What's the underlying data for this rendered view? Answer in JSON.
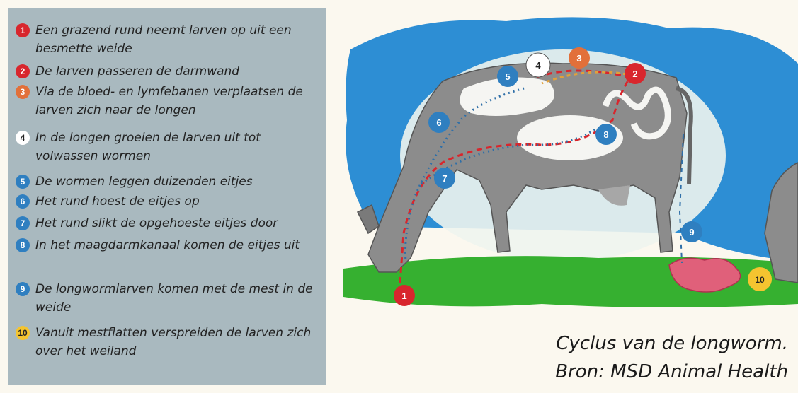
{
  "legend": {
    "steps": [
      {
        "num": "1",
        "text": "Een grazend rund neemt larven op uit een besmette weide",
        "color": "#d8262d",
        "numColor": "#ffffff"
      },
      {
        "num": "2",
        "text": "De larven passeren de darmwand",
        "color": "#d8262d",
        "numColor": "#ffffff"
      },
      {
        "num": "3",
        "text": "Via de bloed- en lymfebanen verplaatsen de larven zich naar de longen",
        "color": "#e2703a",
        "numColor": "#ffffff"
      },
      {
        "num": "4",
        "text": "In de longen groeien de larven uit tot volwassen wormen",
        "color": "#ffffff",
        "numColor": "#222222"
      },
      {
        "num": "5",
        "text": "De wormen leggen duizenden eitjes",
        "color": "#2f7fc0",
        "numColor": "#ffffff"
      },
      {
        "num": "6",
        "text": "Het rund hoest de eitjes op",
        "color": "#2f7fc0",
        "numColor": "#ffffff"
      },
      {
        "num": "7",
        "text": "Het rund slikt de opgehoeste eitjes door",
        "color": "#2f7fc0",
        "numColor": "#ffffff"
      },
      {
        "num": "8",
        "text": "In het maagdarmkanaal komen de eitjes uit",
        "color": "#2f7fc0",
        "numColor": "#ffffff"
      },
      {
        "num": "9",
        "text": "De longwormlarven komen met de mest in de weide",
        "color": "#2f7fc0",
        "numColor": "#ffffff"
      },
      {
        "num": "10",
        "text": "Vanuit mestflatten verspreiden de larven zich over het weiland",
        "color": "#f4c430",
        "numColor": "#222222"
      }
    ]
  },
  "illustration": {
    "markers": [
      "1",
      "2",
      "3",
      "4",
      "5",
      "6",
      "7",
      "8",
      "9",
      "10"
    ],
    "colors": {
      "sky": "#2d8ed4",
      "grass": "#36b030",
      "cow": "#8c8c8c",
      "dung": "#e0607a",
      "red_path": "#d8262d",
      "blue_path": "#2f6fa8"
    }
  },
  "caption": {
    "line1": "Cyclus van de longworm.",
    "line2": "Bron: MSD Animal Health"
  }
}
